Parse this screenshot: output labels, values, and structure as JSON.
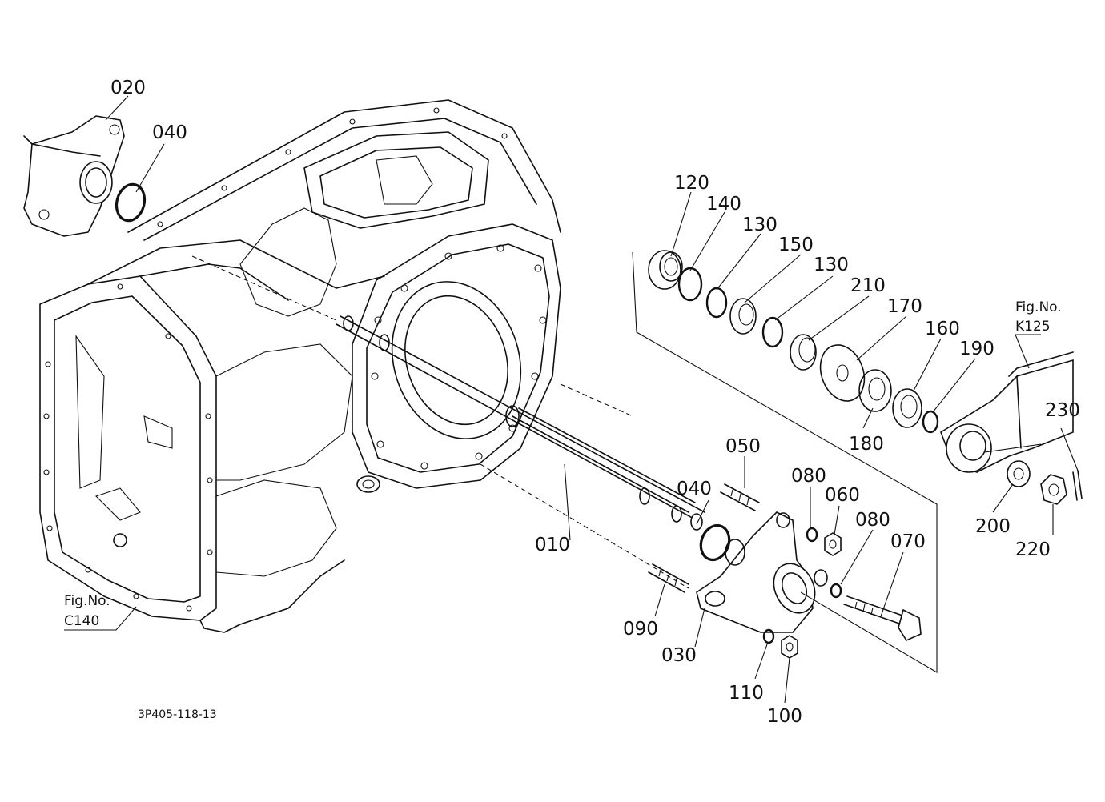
{
  "diagram": {
    "drawing_code": "3P405-118-13",
    "figure_refs": [
      {
        "line1": "Fig.No.",
        "line2": "C140"
      },
      {
        "line1": "Fig.No.",
        "line2": "K125"
      }
    ],
    "labels": {
      "p010": "010",
      "p020": "020",
      "p030": "030",
      "p040a": "040",
      "p040b": "040",
      "p050": "050",
      "p060": "060",
      "p070": "070",
      "p080a": "080",
      "p080b": "080",
      "p090": "090",
      "p100": "100",
      "p110": "110",
      "p120": "120",
      "p130a": "130",
      "p130b": "130",
      "p140": "140",
      "p150": "150",
      "p160": "160",
      "p170": "170",
      "p180": "180",
      "p190": "190",
      "p200": "200",
      "p210": "210",
      "p220": "220",
      "p230": "230"
    }
  }
}
